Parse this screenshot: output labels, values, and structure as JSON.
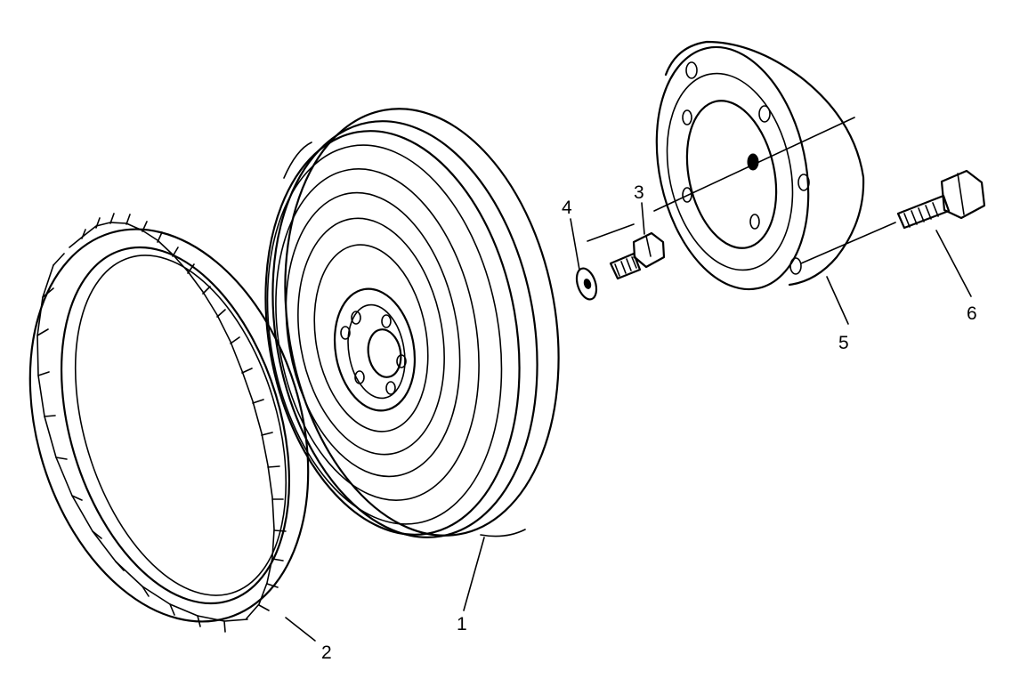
{
  "diagram": {
    "callouts": [
      {
        "id": "1",
        "text": "1",
        "part": "flywheel"
      },
      {
        "id": "2",
        "text": "2",
        "part": "ring-gear"
      },
      {
        "id": "3",
        "text": "3",
        "part": "bolt"
      },
      {
        "id": "4",
        "text": "4",
        "part": "washer"
      },
      {
        "id": "5",
        "text": "5",
        "part": "adapter-plate"
      },
      {
        "id": "6",
        "text": "6",
        "part": "cap-screw"
      }
    ],
    "colors": {
      "line": "#000000",
      "background": "#ffffff"
    }
  }
}
